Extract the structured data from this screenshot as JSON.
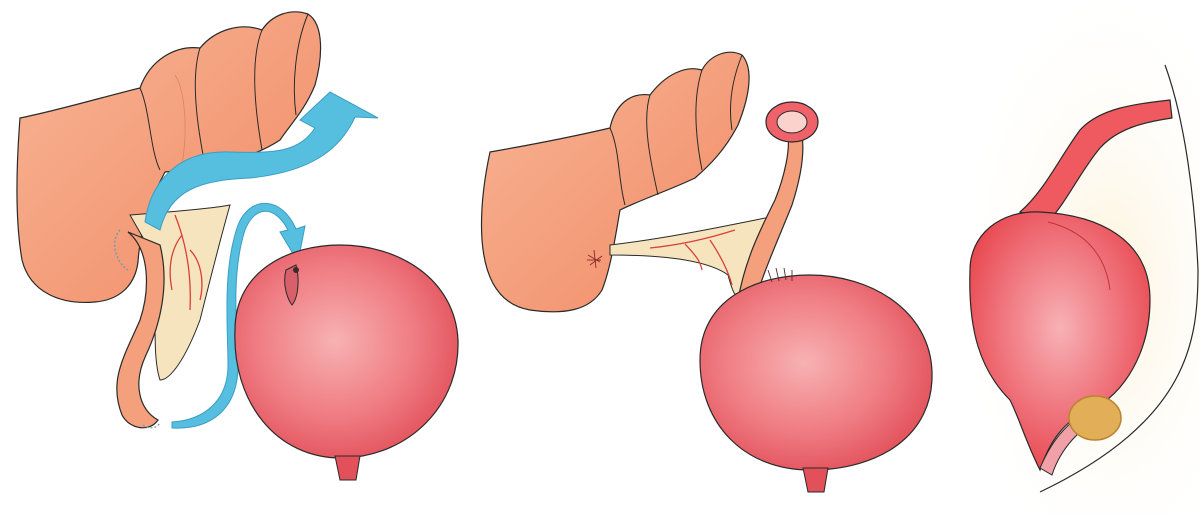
{
  "figure": {
    "panels": [
      {
        "id": "panel-1",
        "subject": "appendix-transposition-arrows"
      },
      {
        "id": "panel-2",
        "subject": "appendix-implanted-stoma"
      },
      {
        "id": "panel-3",
        "subject": "bladder-sagittal-with-channel"
      }
    ],
    "colors": {
      "bowel": "#f4a07c",
      "bowel_outline": "#2a2a2a",
      "mesentery": "#f6e4bf",
      "vessel": "#d8403a",
      "bladder": "#ee7078",
      "bladder_dark": "#e24b55",
      "arrow": "#56bfe0",
      "stoma_ring": "#f0626a",
      "stone": "#e2ae58",
      "glow": "#fdf3da"
    }
  }
}
